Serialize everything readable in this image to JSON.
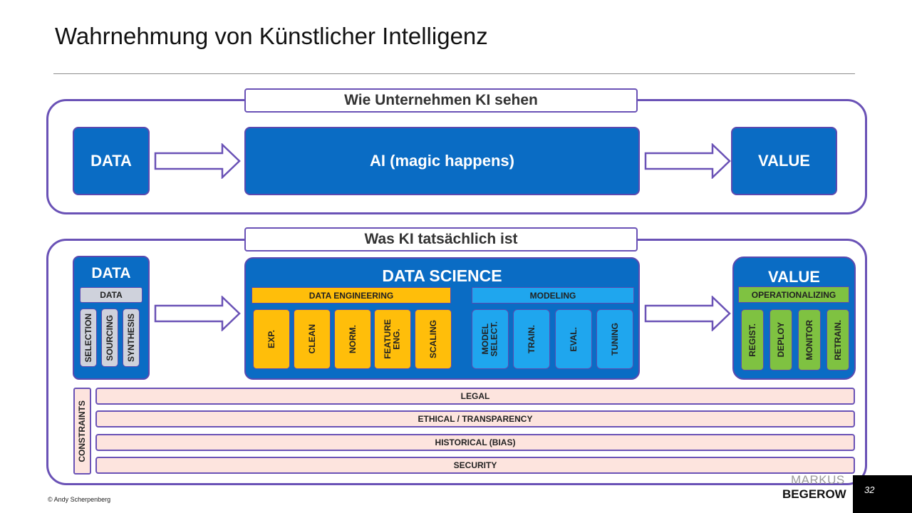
{
  "slide": {
    "title": "Wahrnehmung von Künstlicher Intelligenz",
    "page_number": "32",
    "copyright": "© Andy Scherpenberg",
    "logo_line1": "MARKUS",
    "logo_line2": "BEGEROW"
  },
  "perception": {
    "label": "Wie Unternehmen KI sehen",
    "data": "DATA",
    "ai": "AI (magic happens)",
    "value": "VALUE"
  },
  "reality": {
    "label": "Was KI tatsächlich ist",
    "data": {
      "title": "DATA",
      "subheader": "DATA",
      "items": [
        "SELECTION",
        "SOURCING",
        "SYNTHESIS"
      ]
    },
    "data_science": {
      "title": "DATA SCIENCE",
      "engineering": {
        "header": "DATA ENGINEERING",
        "items": [
          "EXP.",
          "CLEAN",
          "NORM.",
          "FEATURE\nENG.",
          "SCALING"
        ]
      },
      "modeling": {
        "header": "MODELING",
        "items": [
          "MODEL\nSELECT.",
          "TRAIN.",
          "EVAL.",
          "TUNING"
        ]
      }
    },
    "value": {
      "title": "VALUE",
      "subheader": "OPERATIONALIZING",
      "items": [
        "REGIST.",
        "DEPLOY",
        "MONITOR",
        "RETRAIN."
      ]
    },
    "constraints": {
      "label": "CONSTRAINTS",
      "items": [
        "LEGAL",
        "ETHICAL / TRANSPARENCY",
        "HISTORICAL (BIAS)",
        "SECURITY"
      ]
    }
  },
  "colors": {
    "frame": "#6a52b6",
    "block_blue": "#0a6cc4",
    "data_gray": "#cfd2dc",
    "engineering_orange": "#ffbe0a",
    "modeling_blue": "#1fa6ee",
    "operational_green": "#7fc241",
    "constraint_pink": "#fde4de"
  }
}
